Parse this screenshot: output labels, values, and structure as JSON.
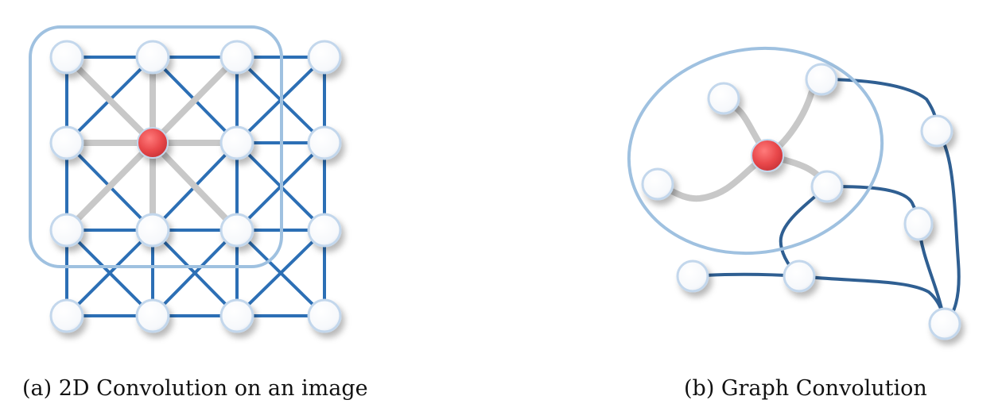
{
  "captions": {
    "a": "(a) 2D Convolution on an image",
    "b": "(b) Graph Convolution"
  },
  "colors": {
    "edge": "#2c6fb5",
    "graph_edge": "#2f5f92",
    "aggregation_edge": "#c8c8c8",
    "receptive_field": "#9fc1e0",
    "node_fill": "#ffffff",
    "node_stroke": "#c3d7ec",
    "center_node": "#e8474a"
  },
  "panels": {
    "grid": {
      "rows": 4,
      "cols": 4,
      "center": [
        1,
        1
      ],
      "neighborhood_rows": [
        0,
        2
      ],
      "neighborhood_cols": [
        0,
        2
      ]
    },
    "graph": {
      "nodes": [
        "center",
        "n1",
        "n2",
        "n3",
        "n4",
        "n5",
        "n6",
        "n7",
        "n8",
        "n9"
      ],
      "neighborhood_edges": [
        [
          "center",
          "n1"
        ],
        [
          "center",
          "n2"
        ],
        [
          "center",
          "n3"
        ],
        [
          "center",
          "n4"
        ]
      ],
      "outer_edges": [
        [
          "n2",
          "n5"
        ],
        [
          "n5",
          "n8"
        ],
        [
          "n4",
          "n6"
        ],
        [
          "n6",
          "n8"
        ],
        [
          "n4",
          "n9"
        ],
        [
          "n7",
          "n9"
        ],
        [
          "n9",
          "n8"
        ]
      ]
    }
  }
}
